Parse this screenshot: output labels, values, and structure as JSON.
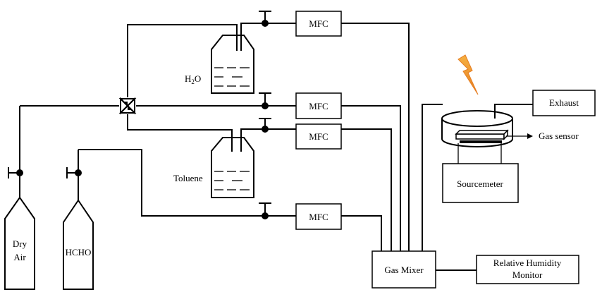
{
  "labels": {
    "mfc": "MFC",
    "water_main": "H",
    "water_sub": "2",
    "water_tail": "O",
    "toluene": "Toluene",
    "dry_air_line1": "Dry",
    "dry_air_line2": "Air",
    "hcho": "HCHO",
    "gas_mixer": "Gas Mixer",
    "rh_line1": "Relative Humidity",
    "rh_line2": "Monitor",
    "sourcemeter": "Sourcemeter",
    "exhaust": "Exhaust",
    "gas_sensor": "Gas sensor"
  },
  "colors": {
    "line": "#000000",
    "lightning_top": "#f5b041",
    "lightning_bottom": "#e67e22"
  },
  "icons": {
    "light_source": "lightning-bolt-icon",
    "four_way_valve": "four-way-valve-icon",
    "shutoff_valve": "t-valve-icon"
  }
}
